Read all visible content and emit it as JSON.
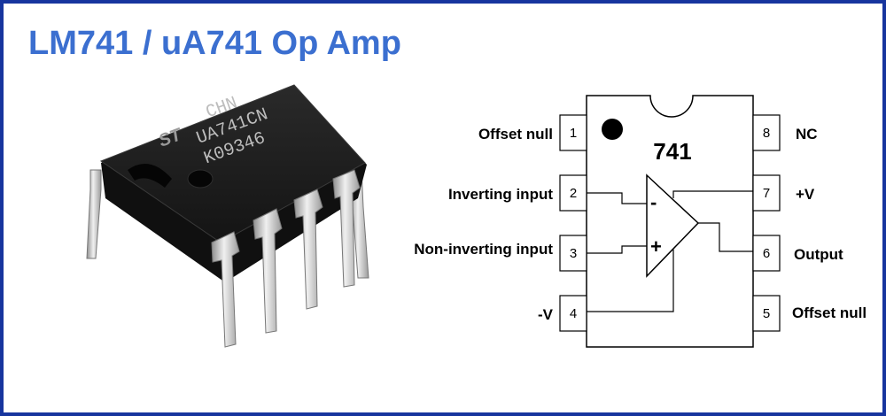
{
  "title": "LM741 / uA741  Op Amp",
  "photo": {
    "marking_lines": [
      "CHN",
      "UA741CN",
      "K09346"
    ],
    "logo": "ST"
  },
  "chip": {
    "label": "741",
    "minus": "-",
    "plus": "+"
  },
  "pins": [
    {
      "number": "1",
      "label": "Offset null"
    },
    {
      "number": "2",
      "label": "Inverting input"
    },
    {
      "number": "3",
      "label": "Non-inverting input"
    },
    {
      "number": "4",
      "label": "-V"
    },
    {
      "number": "5",
      "label": "Offset null"
    },
    {
      "number": "6",
      "label": "Output"
    },
    {
      "number": "7",
      "label": "+V"
    },
    {
      "number": "8",
      "label": "NC"
    }
  ],
  "colors": {
    "border": "#17359e",
    "title": "#3b6fd0",
    "chip_body": "#1c1c1c",
    "pin_metal": "#c9c9c9"
  }
}
